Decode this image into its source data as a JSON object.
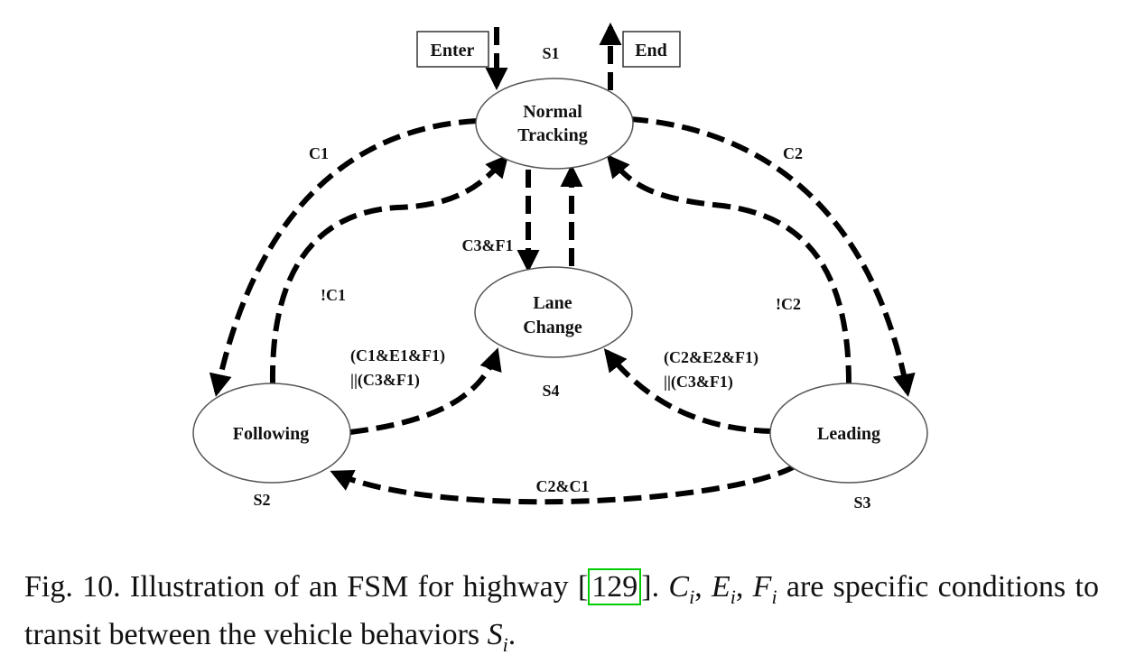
{
  "diagram": {
    "states": {
      "s1": {
        "id": "S1",
        "line1": "Normal",
        "line2": "Tracking"
      },
      "s2": {
        "id": "S2",
        "label": "Following"
      },
      "s3": {
        "id": "S3",
        "label": "Leading"
      },
      "s4": {
        "id": "S4",
        "line1": "Lane",
        "line2": "Change"
      }
    },
    "io": {
      "enter": "Enter",
      "end": "End"
    },
    "conditions": {
      "c1": "C1",
      "c2": "C2",
      "not_c1": "!C1",
      "not_c2": "!C2",
      "c3f1": "C3&F1",
      "following_to_lane_1": "(C1&E1&F1)",
      "following_to_lane_2": "||(C3&F1)",
      "leading_to_lane_1": "(C2&E2&F1)",
      "leading_to_lane_2": "||(C3&F1)",
      "c2c1": "C2&C1"
    }
  },
  "caption": {
    "prefix": "Fig. 10.  Illustration of an FSM for highway [",
    "ref": "129",
    "suffix1": "]. ",
    "c": "C",
    "sub_i": "i",
    "sep": ", ",
    "e": "E",
    "f": "F",
    "middle": " are specific conditions to transit between the vehicle behaviors ",
    "s": "S",
    "end": "."
  }
}
